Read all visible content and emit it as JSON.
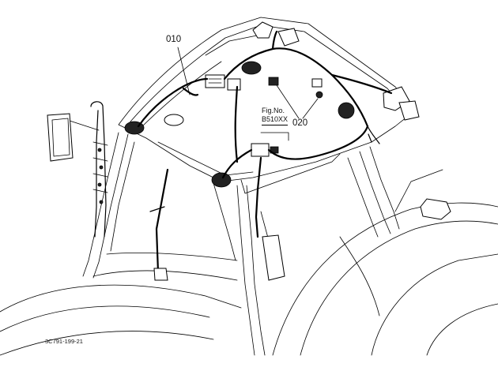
{
  "diagram": {
    "callouts": {
      "harness_main": "010",
      "harness_sub": "020"
    },
    "reference": {
      "line1": "Fig.No.",
      "line2": "B510XX"
    },
    "drawing_code": "3C791-199-21"
  }
}
